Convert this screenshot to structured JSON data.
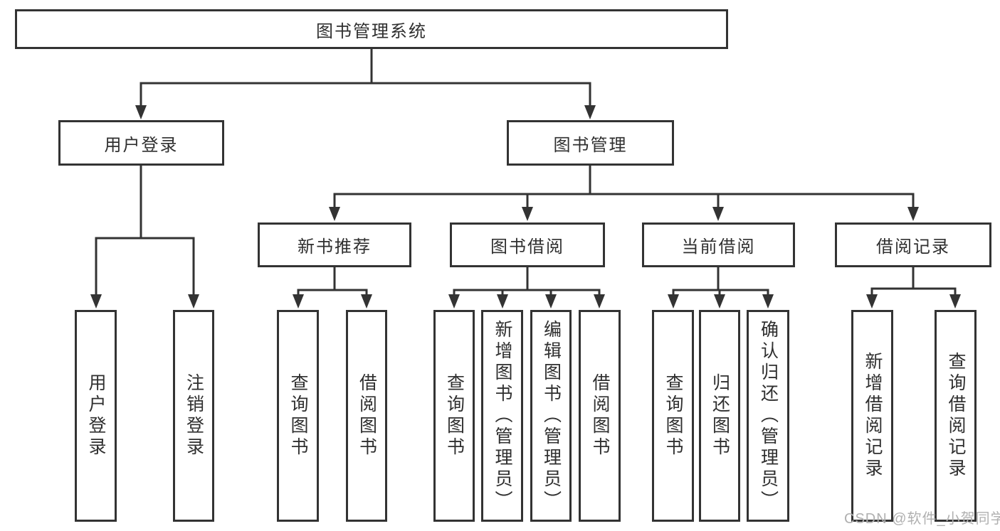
{
  "diagram": {
    "root": {
      "label": "图书管理系统"
    },
    "branches": [
      {
        "label": "用户登录",
        "children": [
          {
            "label": "用户登录"
          },
          {
            "label": "注销登录"
          }
        ]
      },
      {
        "label": "图书管理",
        "children": [
          {
            "label": "新书推荐",
            "children": [
              {
                "label": "查询图书"
              },
              {
                "label": "借阅图书"
              }
            ]
          },
          {
            "label": "图书借阅",
            "children": [
              {
                "label": "查询图书"
              },
              {
                "label": "新增图书（管理员）"
              },
              {
                "label": "编辑图书（管理员）"
              },
              {
                "label": "借阅图书"
              }
            ]
          },
          {
            "label": "当前借阅",
            "children": [
              {
                "label": "查询图书"
              },
              {
                "label": "归还图书"
              },
              {
                "label": "确认归还（管理员）"
              }
            ]
          },
          {
            "label": "借阅记录",
            "children": [
              {
                "label": "新增借阅记录"
              },
              {
                "label": "查询借阅记录"
              }
            ]
          }
        ]
      }
    ]
  },
  "watermark": {
    "text": "CSDN @软件_小贺同学"
  },
  "colors": {
    "background": "#ffffff",
    "box_border": "#333333",
    "box_fill": "#ffffff",
    "text": "#2f2f2f",
    "connector_line": "#333333",
    "watermark_text": "#b0b0b0"
  }
}
